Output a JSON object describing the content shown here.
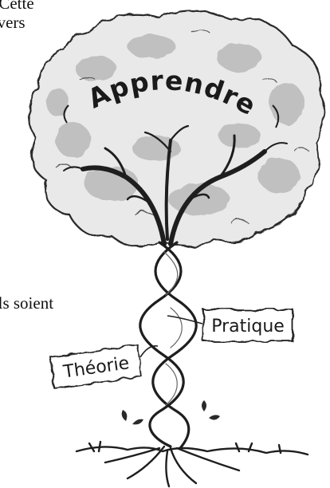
{
  "text_fragments": [
    "r. Cette",
    "e vers",
    "'ils soient"
  ],
  "tree": {
    "canopy_word": "Apprendre",
    "label_right": "Pratique",
    "label_left": "Théorie"
  }
}
